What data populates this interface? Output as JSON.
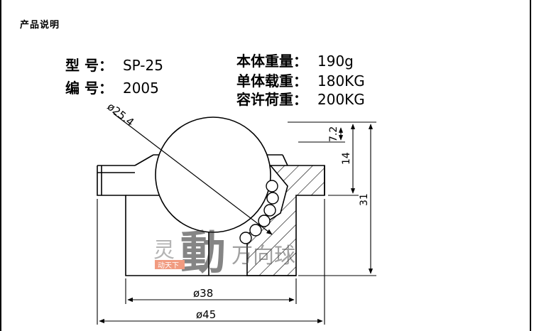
{
  "header": {
    "title": "产品说明"
  },
  "specs_left": [
    {
      "label": "型  号：",
      "value": "SP-25"
    },
    {
      "label": "编  号：",
      "value": "2005"
    }
  ],
  "specs_right": [
    {
      "label": "本体重量：",
      "value": "190g"
    },
    {
      "label": "单体载重：",
      "value": "180KG"
    },
    {
      "label": "容许荷重：",
      "value": "200KG"
    }
  ],
  "drawing": {
    "ball_diameter_label": "ø25.4",
    "dim_top_label": "7.2",
    "dim_mid_label": "14",
    "dim_total_label": "31",
    "dim_inner_label": "ø38",
    "dim_outer_label": "ø45"
  },
  "watermark": {
    "char_ling": "灵",
    "char_dong": "動",
    "char_tail": "万向球",
    "badge": "动天下"
  }
}
